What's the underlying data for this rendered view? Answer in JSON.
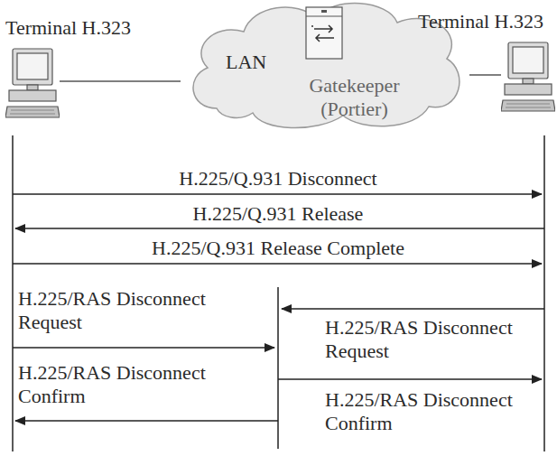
{
  "diagram": {
    "nodes": [
      {
        "text": [
          "Terminal H.323"
        ]
      },
      {
        "text": [
          "LAN",
          "Gatekeeper (Portier)"
        ]
      },
      {
        "text": [
          "Terminal H.323"
        ]
      }
    ],
    "edges": [
      {
        "from": 0,
        "to": 1,
        "arrow": "none"
      },
      {
        "from": 2,
        "to": 1,
        "arrow": "none"
      }
    ],
    "labels": [
      "H.225/Q.931 Disconnect",
      "H.225/Q.931 Release",
      "H.225/Q.931 Release Complete",
      "H.225/RAS Disconnect Request",
      "H.225/RAS Disconnect Confirm",
      "H.225/RAS Disconnect Request",
      "H.225/RAS Disconnect Confirm"
    ]
  }
}
